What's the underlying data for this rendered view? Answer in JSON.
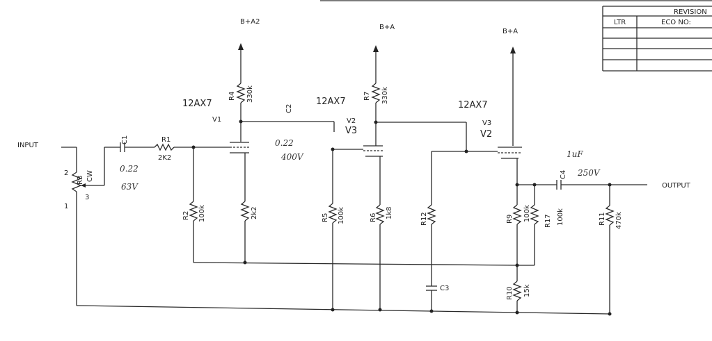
{
  "revision_block": {
    "title": "REVISION",
    "col_ltr": "LTR",
    "col_eco": "ECO NO:"
  },
  "rails": {
    "v1": "B+A2",
    "v2": "B+A",
    "v3": "B+A"
  },
  "tubes": {
    "v1_type": "12AX7",
    "v2_type": "12AX7",
    "v3_type": "12AX7",
    "v1_ref": "V1",
    "v2_ref": "V2",
    "v2_sub": "V3",
    "v3_ref": "V3",
    "v3_sub": "V2"
  },
  "io": {
    "input": "INPUT",
    "output": "OUTPUT"
  },
  "pot": {
    "ref": "R3",
    "pin1": "1",
    "pin2": "2",
    "pin3": "3",
    "cw": "CW"
  },
  "components": {
    "c1": "C1",
    "r1": "R1",
    "r1_val": "2K2",
    "r4": "R4",
    "r4_val": "330k",
    "r2": "R2",
    "r2_val": "100k",
    "rk1_val": "2k2",
    "c2": "C2",
    "r7": "R7",
    "r7_val": "330k",
    "r5": "R5",
    "r5_val": "100k",
    "r6": "R6",
    "r6_val": "1k8",
    "r12": "R12",
    "c3": "C3",
    "r9": "R9",
    "r9_val": "100k",
    "r17": "R17",
    "r17_val": "100k",
    "r10": "R10",
    "r10_val": "15k",
    "c4": "C4",
    "r11": "R11",
    "r11_val": "470k"
  },
  "handwritten": {
    "c1_val": "0.22",
    "c1_volt": "63V",
    "c2_val": "0.22",
    "c2_volt": "400V",
    "c4_val": "1uF",
    "c4_volt": "250V"
  }
}
